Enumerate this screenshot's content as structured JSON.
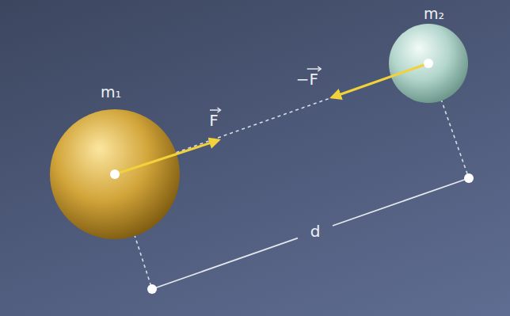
{
  "diagram": {
    "nodes": [
      {
        "text": [
          "m₁"
        ]
      },
      {
        "text": [
          "m₂"
        ]
      }
    ],
    "edges": [
      {
        "from": 0,
        "to": 1,
        "arrow": "none"
      }
    ],
    "labels": [
      "F",
      "−F",
      "d"
    ]
  }
}
